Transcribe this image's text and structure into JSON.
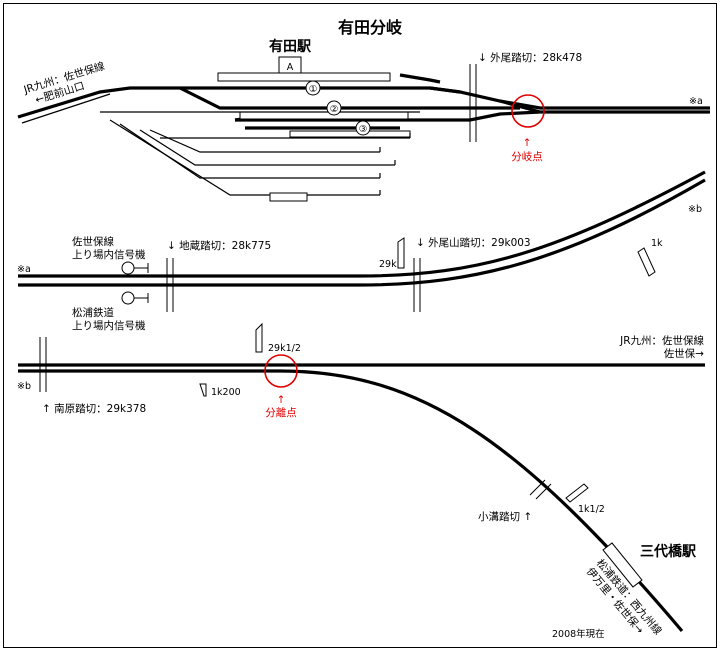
{
  "title": "有田分岐",
  "year_note": "2008年現在",
  "station_arita": {
    "name": "有田駅",
    "platform_label": "A"
  },
  "track_numbers": [
    "①",
    "②",
    "③"
  ],
  "refs": {
    "a": "※a",
    "b": "※b"
  },
  "crossings": {
    "hokao": "↓ 外尾踏切：28k478",
    "jizo": "↓ 地蔵踏切：28k775",
    "hokaoyama": "↓ 外尾山踏切：29k003",
    "minamihara": "↑ 南原踏切：29k378",
    "komizo": "小溝踏切 ↑"
  },
  "points": {
    "junction_mark": "↑",
    "junction_label": "分岐点",
    "separation_mark": "↑",
    "separation_label": "分離点"
  },
  "signals": {
    "sasebo_line_1": "佐世保線",
    "sasebo_line_2": "上り場内信号機",
    "matsuura_line_1": "松浦鉄道",
    "matsuura_line_2": "上り場内信号機"
  },
  "kilo_posts": {
    "p29k": "29k",
    "p1k": "1k",
    "p29k_half": "29k1/2",
    "p1k200": "1k200",
    "p1k_half": "1k1/2"
  },
  "destinations": {
    "top_left_1": "JR九州：佐世保線",
    "top_left_2": "←肥前山口",
    "right_1": "JR九州：佐世保線",
    "right_2": "佐世保→",
    "bottom_1": "松浦鉄道：西九州線",
    "bottom_2": "伊万里・佐世保→"
  },
  "station_mikawachi": {
    "name": "三代橋駅"
  },
  "colors": {
    "highlight": "#e00000",
    "line": "#000000"
  }
}
